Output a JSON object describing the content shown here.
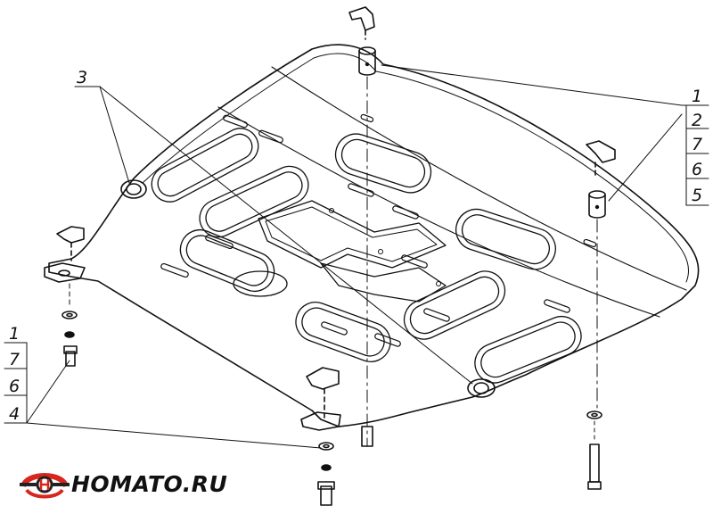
{
  "callouts": {
    "right_stack": [
      "1",
      "2",
      "7",
      "6",
      "5"
    ],
    "left_stack": [
      "1",
      "7",
      "6",
      "4"
    ],
    "top_left": "3"
  },
  "logo": {
    "text": "HOMATO.RU",
    "brand_color": "#d8251d",
    "accent_color": "#222222"
  },
  "colors": {
    "line": "#111111",
    "background": "#ffffff"
  }
}
